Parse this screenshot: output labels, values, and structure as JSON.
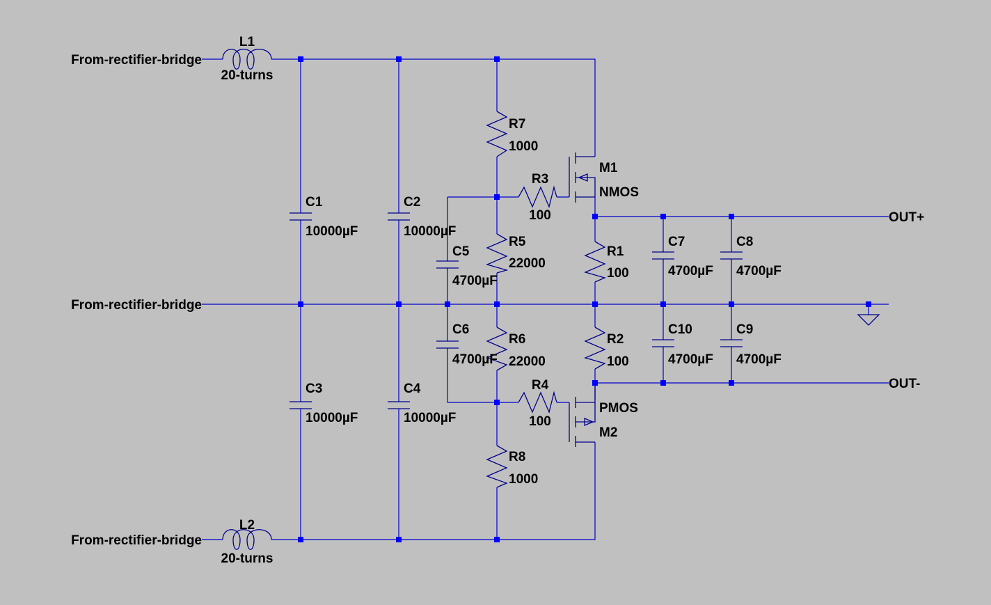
{
  "ports": {
    "in_top": "From-rectifier-bridge",
    "in_mid": "From-rectifier-bridge",
    "in_bot": "From-rectifier-bridge",
    "out_pos": "OUT+",
    "out_neg": "OUT-"
  },
  "components": {
    "L1": {
      "name": "L1",
      "value": "20-turns"
    },
    "L2": {
      "name": "L2",
      "value": "20-turns"
    },
    "C1": {
      "name": "C1",
      "value": "10000µF"
    },
    "C2": {
      "name": "C2",
      "value": "10000µF"
    },
    "C3": {
      "name": "C3",
      "value": "10000µF"
    },
    "C4": {
      "name": "C4",
      "value": "10000µF"
    },
    "C5": {
      "name": "C5",
      "value": "4700µF"
    },
    "C6": {
      "name": "C6",
      "value": "4700µF"
    },
    "C7": {
      "name": "C7",
      "value": "4700µF"
    },
    "C8": {
      "name": "C8",
      "value": "4700µF"
    },
    "C9": {
      "name": "C9",
      "value": "4700µF"
    },
    "C10": {
      "name": "C10",
      "value": "4700µF"
    },
    "R1": {
      "name": "R1",
      "value": "100"
    },
    "R2": {
      "name": "R2",
      "value": "100"
    },
    "R3": {
      "name": "R3",
      "value": "100"
    },
    "R4": {
      "name": "R4",
      "value": "100"
    },
    "R5": {
      "name": "R5",
      "value": "22000"
    },
    "R6": {
      "name": "R6",
      "value": "22000"
    },
    "R7": {
      "name": "R7",
      "value": "1000"
    },
    "R8": {
      "name": "R8",
      "value": "1000"
    },
    "M1": {
      "name": "M1",
      "value": "NMOS"
    },
    "M2": {
      "name": "M2",
      "value": "PMOS"
    }
  },
  "colors": {
    "background": "#c0c0c0",
    "wire": "#0000cc",
    "component": "#00008b",
    "junction": "#0000ff",
    "text": "#000000"
  }
}
